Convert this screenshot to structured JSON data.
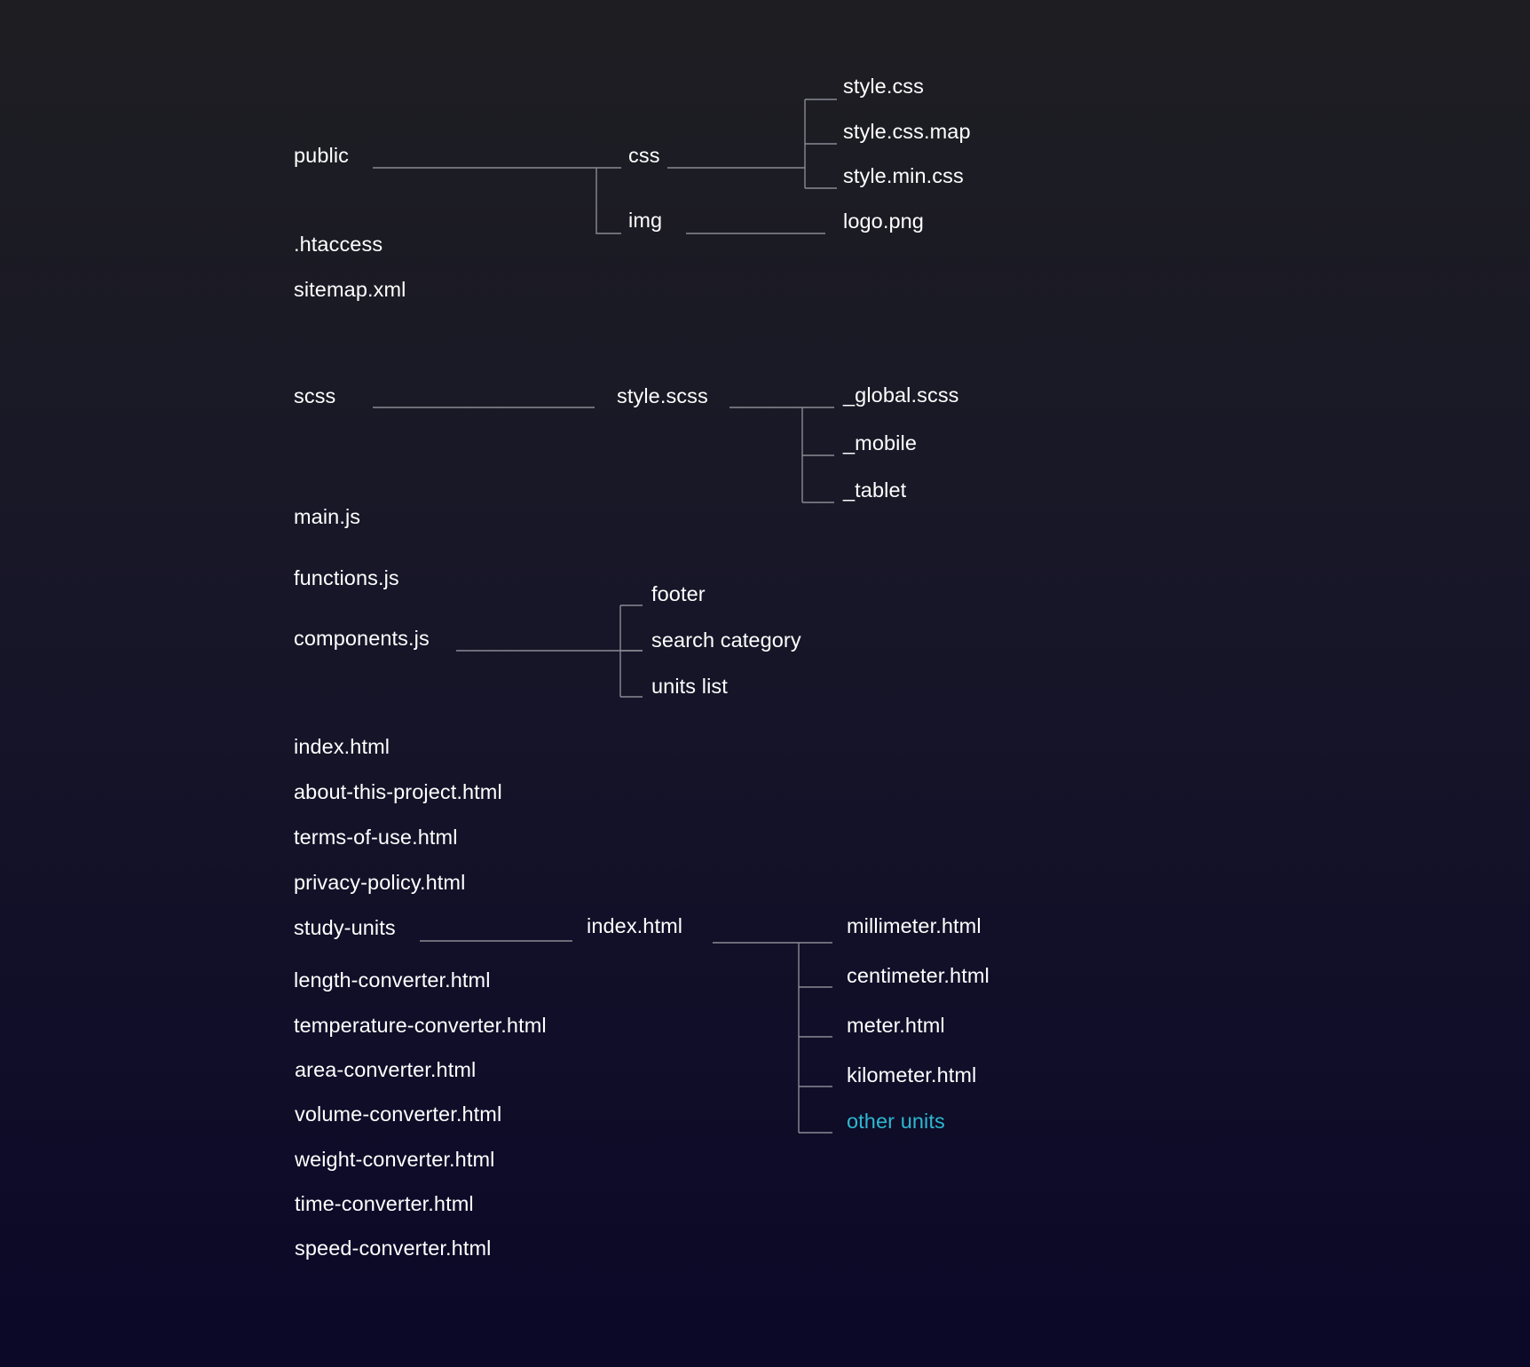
{
  "colors": {
    "background_top": "#1e1e22",
    "background_bottom": "#0b0828",
    "text": "#ffffff",
    "connector": "#8a8a94",
    "accent": "#2db8d0"
  },
  "tree": {
    "public": {
      "label": "public",
      "css": {
        "label": "css",
        "files": [
          "style.css",
          "style.css.map",
          "style.min.css"
        ]
      },
      "img": {
        "label": "img",
        "files": [
          "logo.png"
        ]
      }
    },
    "root_files_1": [
      ".htaccess",
      "sitemap.xml"
    ],
    "scss": {
      "label": "scss",
      "style": {
        "label": "style.scss",
        "partials": [
          "_global.scss",
          "_mobile",
          "_tablet"
        ]
      }
    },
    "js": {
      "main": "main.js",
      "functions": "functions.js",
      "components": {
        "label": "components.js",
        "items": [
          "footer",
          "search category",
          "units list"
        ]
      }
    },
    "root_files_2": [
      "index.html",
      "about-this-project.html",
      "terms-of-use.html",
      "privacy-policy.html"
    ],
    "study_units": {
      "label": "study-units",
      "index": {
        "label": "index.html",
        "pages": [
          "millimeter.html",
          "centimeter.html",
          "meter.html",
          "kilometer.html"
        ],
        "more": "other units"
      }
    },
    "converters": [
      "length-converter.html",
      "temperature-converter.html",
      "area-converter.html",
      "volume-converter.html",
      "weight-converter.html",
      "time-converter.html",
      "speed-converter.html"
    ]
  }
}
